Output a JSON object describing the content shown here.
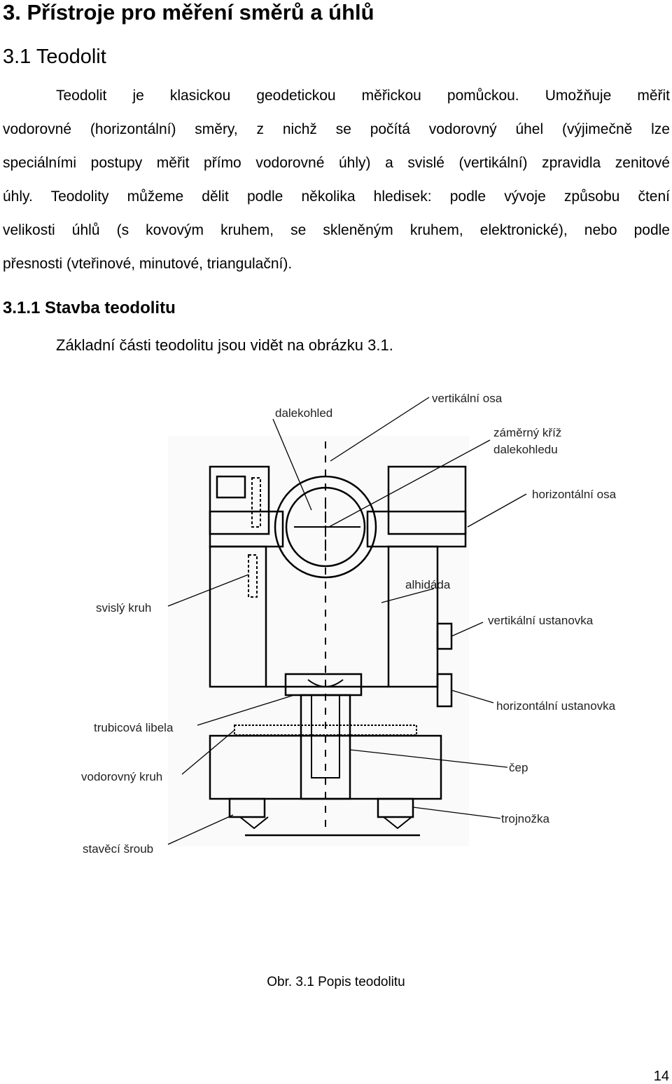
{
  "document": {
    "chapter_title": "3. Přístroje pro měření směrů a úhlů",
    "section_title": "3.1 Teodolit",
    "paragraph_lines": [
      "Teodolit je klasickou geodetickou měřickou pomůckou. Umožňuje měřit",
      "vodorovné (horizontální) směry, z nichž se počítá vodorovný úhel (výjimečně lze",
      "speciálními postupy měřit přímo vodorovné úhly) a svislé (vertikální) zpravidla zenitové",
      "úhly. Teodolity můžeme dělit podle několika hledisek: podle vývoje způsobu čtení",
      "velikosti úhlů (s kovovým kruhem, se skleněným kruhem, elektronické), nebo podle",
      "přesnosti (vteřinové, minutové, triangulační)."
    ],
    "subsection_title": "3.1.1 Stavba teodolitu",
    "subsection_sentence": "Základní části teodolitu jsou vidět na obrázku 3.1.",
    "figure_caption": "Obr. 3.1 Popis teodolitu",
    "page_number": "14"
  },
  "figure": {
    "labels": {
      "vertikalni_osa": "vertikální osa",
      "dalekohled": "dalekohled",
      "zamerny_kriz_1": "záměrný kříž",
      "zamerny_kriz_2": "dalekohledu",
      "horizontalni_osa": "horizontální osa",
      "alhidada": "alhidáda",
      "svisly_kruh": "svislý kruh",
      "vertikalni_ustanovka": "vertikální ustanovka",
      "horizontalni_ustanovka": "horizontální ustanovka",
      "trubicova_libela": "trubicová libela",
      "vodorovny_kruh": "vodorovný kruh",
      "cep": "čep",
      "trojnozka": "trojnožka",
      "staveci_sroub": "stavěcí šroub"
    }
  }
}
